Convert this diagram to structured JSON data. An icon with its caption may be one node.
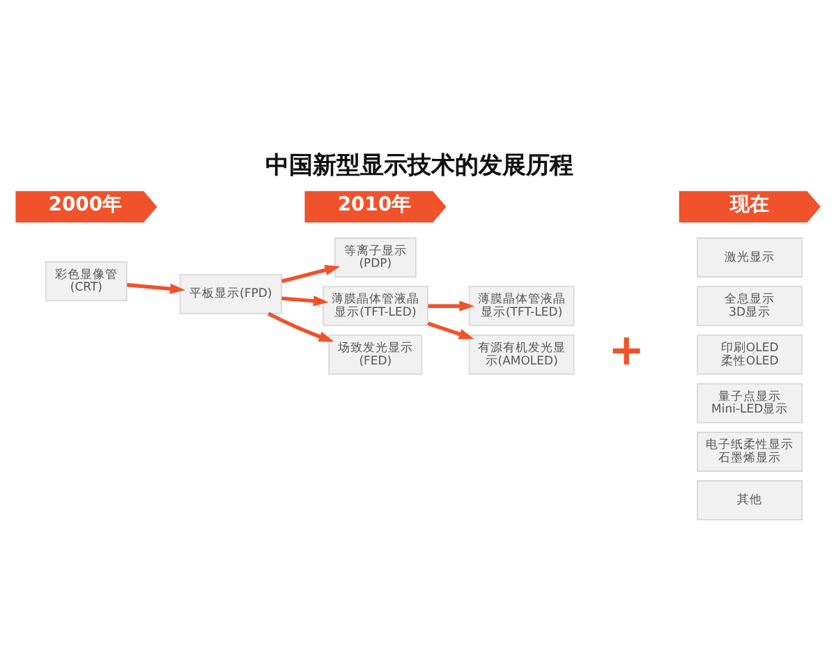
{
  "diagram": {
    "title": "中国新型显示技术的发展历程",
    "nodes": [
      {
        "text": [
          "2000年"
        ]
      },
      {
        "text": [
          "2010年"
        ]
      },
      {
        "text": [
          "现在"
        ]
      },
      {
        "text": [
          "彩色显像管(CRT)"
        ]
      },
      {
        "text": [
          "平板显示(FPD)"
        ]
      },
      {
        "text": [
          "等离子显示(PDP)"
        ]
      },
      {
        "text": [
          "薄膜晶体管液晶显示(TFT-LED)"
        ]
      },
      {
        "text": [
          "场致发光显示(FED)"
        ]
      },
      {
        "text": [
          "薄膜晶体管液晶显示(TFT-LED)"
        ]
      },
      {
        "text": [
          "有源有机发光显示(AMOLED)"
        ]
      },
      {
        "text": [
          "激光显示"
        ]
      },
      {
        "text": [
          "全息显示",
          "3D显示"
        ]
      },
      {
        "text": [
          "印刷OLED",
          "柔性OLED"
        ]
      },
      {
        "text": [
          "量子点显示",
          "Mini-LED显示"
        ]
      },
      {
        "text": [
          "电子纸柔性显示",
          "石墨烯显示"
        ]
      },
      {
        "text": [
          "其他"
        ]
      }
    ],
    "edges": [
      {
        "from": 3,
        "to": 4,
        "arrow": "to"
      },
      {
        "from": 4,
        "to": 5,
        "arrow": "to"
      },
      {
        "from": 4,
        "to": 6,
        "arrow": "to"
      },
      {
        "from": 4,
        "to": 7,
        "arrow": "to"
      },
      {
        "from": 6,
        "to": 8,
        "arrow": "to"
      },
      {
        "from": 6,
        "to": 9,
        "arrow": "to"
      }
    ],
    "labels": [
      "+"
    ]
  }
}
